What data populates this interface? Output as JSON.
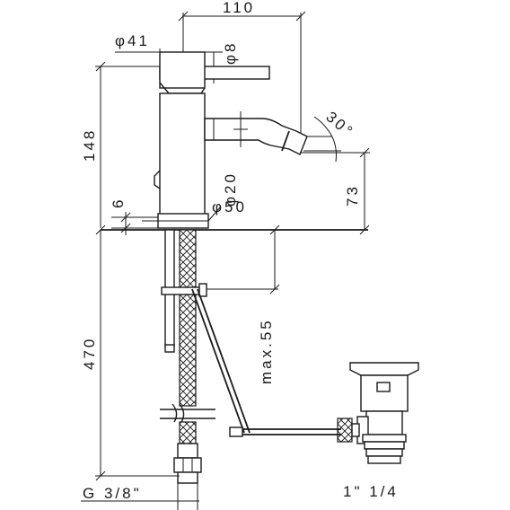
{
  "dimensions": {
    "width_top": "110",
    "dia_41": "φ41",
    "dia_8": "φ8",
    "angle": "30°",
    "height_148": "148",
    "dia_20": "φ20",
    "height_73": "73",
    "gap_6": "6",
    "dia_50": "φ50",
    "max_55": "max.55",
    "height_470": "470",
    "thread_g": "G 3/8\"",
    "drain_size": "1\" 1/4"
  }
}
